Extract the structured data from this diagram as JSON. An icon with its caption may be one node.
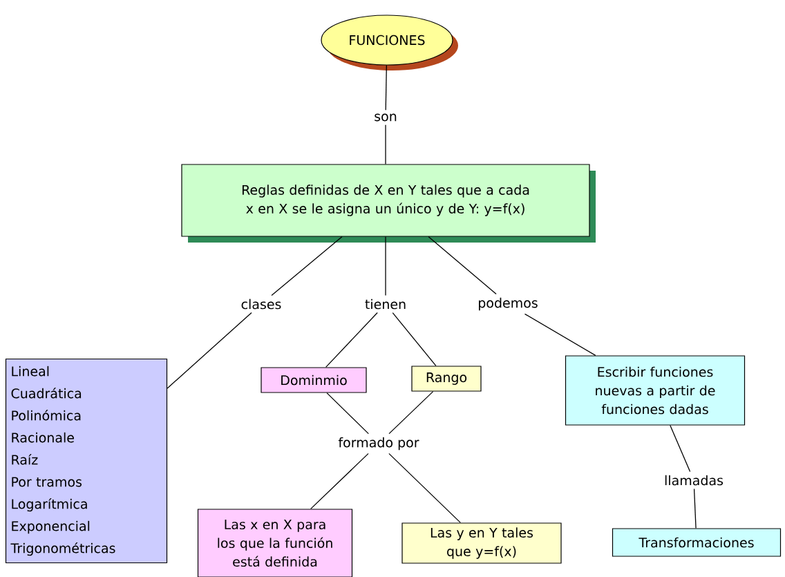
{
  "diagram": {
    "nodes": [
      {
        "text": [
          "FUNCIONES"
        ]
      },
      {
        "text": [
          "son"
        ]
      },
      {
        "text": [
          "Reglas definidas de X en Y tales que a cada x en X se le asigna un único y de Y: y=f(x)"
        ]
      },
      {
        "text": [
          "clases"
        ]
      },
      {
        "text": [
          "tienen"
        ]
      },
      {
        "text": [
          "podemos"
        ]
      },
      {
        "text": [
          "Lineal",
          "Cuadrática",
          "Polinómica",
          "Racionale",
          "Raíz",
          "Por tramos",
          "Logarítmica",
          "Exponencial",
          "Trigonométricas"
        ]
      },
      {
        "text": [
          "Dominmio"
        ]
      },
      {
        "text": [
          "Rango"
        ]
      },
      {
        "text": [
          "Escribir funciones nuevas a partir de funciones dadas"
        ]
      },
      {
        "text": [
          "formado por"
        ]
      },
      {
        "text": [
          "llamadas"
        ]
      },
      {
        "text": [
          "Las x en X para los que la función está definida"
        ]
      },
      {
        "text": [
          "Las y en Y tales que y=f(x)"
        ]
      },
      {
        "text": [
          "Transformaciones"
        ]
      }
    ],
    "edges": [
      {
        "from": 0,
        "to": 1,
        "arrow": "none"
      },
      {
        "from": 1,
        "to": 2,
        "arrow": "none"
      },
      {
        "from": 2,
        "to": 3,
        "arrow": "none"
      },
      {
        "from": 2,
        "to": 4,
        "arrow": "none"
      },
      {
        "from": 2,
        "to": 5,
        "arrow": "none"
      },
      {
        "from": 3,
        "to": 6,
        "arrow": "none"
      },
      {
        "from": 4,
        "to": 7,
        "arrow": "none"
      },
      {
        "from": 4,
        "to": 8,
        "arrow": "none"
      },
      {
        "from": 5,
        "to": 9,
        "arrow": "none"
      },
      {
        "from": 7,
        "to": 10,
        "arrow": "none"
      },
      {
        "from": 8,
        "to": 10,
        "arrow": "none"
      },
      {
        "from": 10,
        "to": 12,
        "arrow": "none"
      },
      {
        "from": 10,
        "to": 13,
        "arrow": "none"
      },
      {
        "from": 9,
        "to": 11,
        "arrow": "none"
      },
      {
        "from": 11,
        "to": 14,
        "arrow": "none"
      }
    ]
  }
}
